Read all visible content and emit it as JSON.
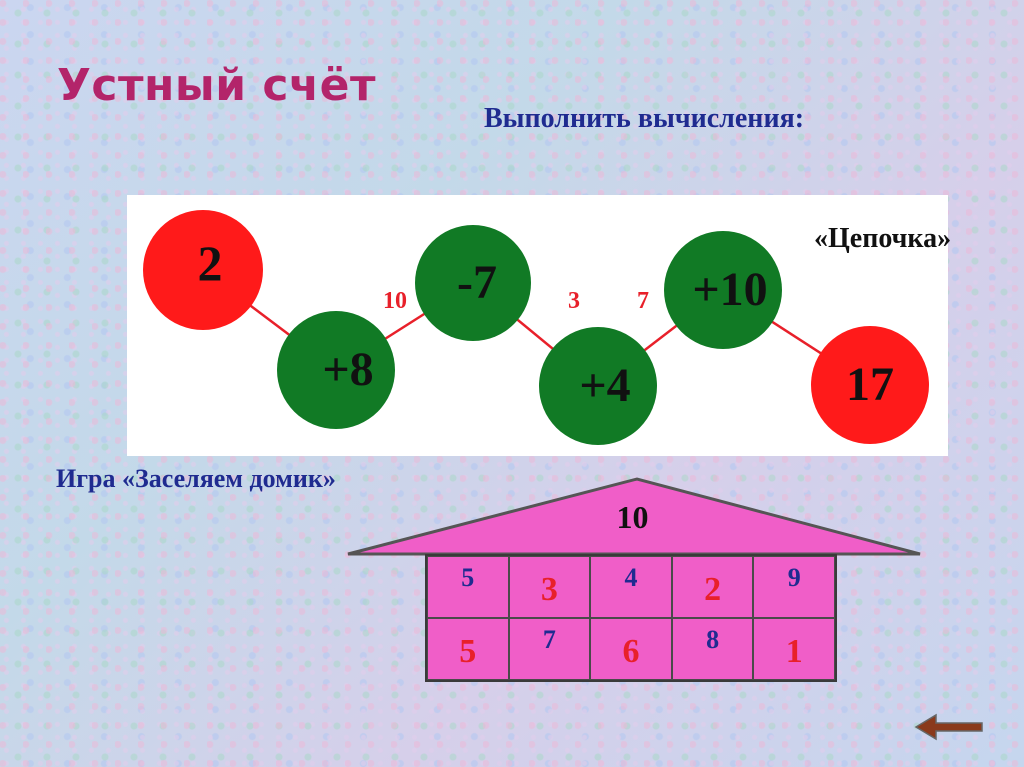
{
  "slide": {
    "title": "Устный счёт",
    "subtitle": "Выполнить вычисления:"
  },
  "chain": {
    "label": "«Цепочка»",
    "start": "2",
    "ops": [
      "+8",
      "-7",
      "+4",
      "+10"
    ],
    "end": "17",
    "intermediate_results": [
      "10",
      "3",
      "7"
    ],
    "colors": {
      "endpoint": "#ff1a1a",
      "operation": "#117a25",
      "link": "#e8202a"
    }
  },
  "game": {
    "label": "Игра «Заселяем домик»",
    "roof_number": "10",
    "rows": [
      [
        {
          "value": "5",
          "style": "small"
        },
        {
          "value": "3",
          "style": "big"
        },
        {
          "value": "4",
          "style": "small"
        },
        {
          "value": "2",
          "style": "big"
        },
        {
          "value": "9",
          "style": "small"
        }
      ],
      [
        {
          "value": "5",
          "style": "big"
        },
        {
          "value": "7",
          "style": "small"
        },
        {
          "value": "6",
          "style": "big"
        },
        {
          "value": "8",
          "style": "small"
        },
        {
          "value": "1",
          "style": "big"
        }
      ]
    ],
    "colors": {
      "house_fill": "#f05ec8",
      "given_digit": "#1f2b90",
      "answer_digit": "#e8202a"
    }
  },
  "navigation": {
    "back_icon": "back-arrow-icon"
  }
}
